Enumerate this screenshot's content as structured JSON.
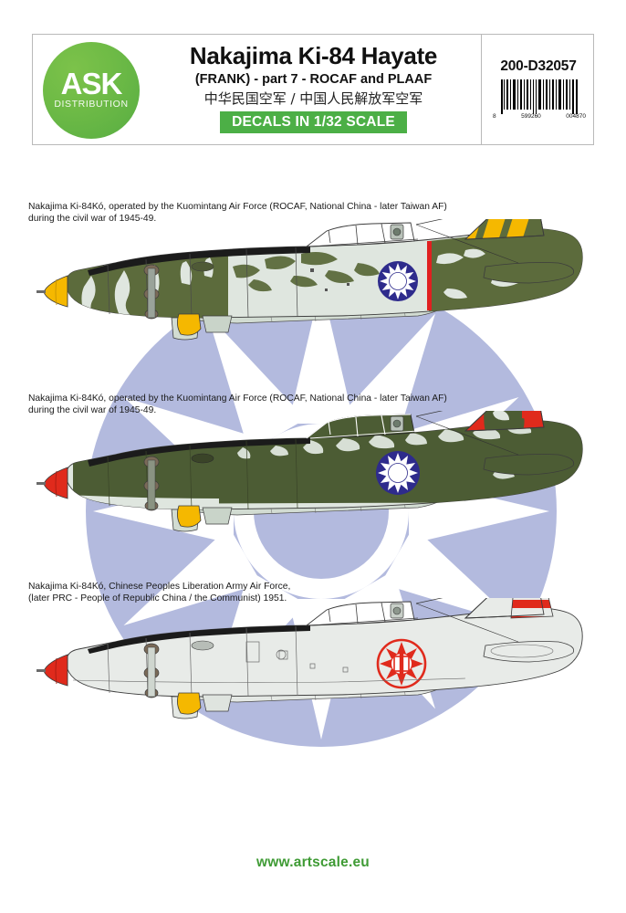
{
  "header": {
    "logo": {
      "brand": "ASK",
      "tagline": "DISTRIBUTION",
      "color": "#57ad43"
    },
    "title_main": "Nakajima Ki-84 Hayate",
    "title_sub": "(FRANK) - part 7 - ROCAF and PLAAF",
    "title_cn": "中华民国空军 / 中国人民解放军空军",
    "scale_banner": "DECALS IN 1/32 SCALE",
    "scale_banner_color": "#4caf46",
    "product_code": "200-D32057",
    "barcode_digits": [
      "8",
      "599260",
      "004870"
    ]
  },
  "profiles": [
    {
      "caption": "Nakajima Ki-84Kó, operated by the Kuomintang Air Force (ROCAF, National China - later Taiwan AF)\ndurіng the civil war  of 1945-49.",
      "spinner_color": "#f5b800",
      "scheme": "green mottle over light grey",
      "tail_marking": "yellow and green striped fin",
      "insignia": "roc-sun-roundel",
      "fuselage_band_color": "#e02020"
    },
    {
      "caption": "Nakajima Ki-84Kó, operated by the Kuomintang Air Force (ROCAF, National China - later Taiwan AF)\ndurіng the civil war  of 1945-49.",
      "spinner_color": "#e02a1c",
      "scheme": "dark green over light grey",
      "tail_marking": "red fin with green overspray",
      "insignia": "roc-sun-roundel",
      "fuselage_band_color": ""
    },
    {
      "caption": "Nakajima Ki-84Kó, Chinese Peoples Liberation Army Air Force,\n(later PRC - People of Republic China / the Communist) 1951.",
      "spinner_color": "#e02a1c",
      "scheme": "natural metal / light grey",
      "tail_marking": "red and white striped rudder",
      "insignia": "plaaf-star-roundel",
      "fuselage_band_color": ""
    }
  ],
  "footer": {
    "url": "www.artscale.eu",
    "color": "#3f9b35"
  },
  "watermark": {
    "name": "roc-sun-emblem",
    "color": "#b3bade"
  }
}
